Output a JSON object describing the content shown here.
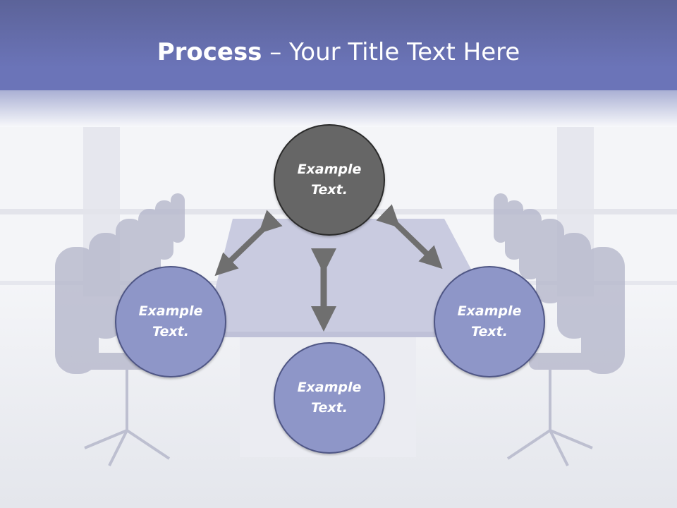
{
  "title": {
    "bold": "Process",
    "rest": " – Your Title Text Here"
  },
  "nodes": [
    {
      "id": "top",
      "label_line1": "Example",
      "label_line2": "Text."
    },
    {
      "id": "left",
      "label_line1": "Example",
      "label_line2": "Text."
    },
    {
      "id": "bottom",
      "label_line1": "Example",
      "label_line2": "Text."
    },
    {
      "id": "right",
      "label_line1": "Example",
      "label_line2": "Text."
    }
  ],
  "colors": {
    "header": "#5e67a8",
    "node_dark": "#666666",
    "node_blue": "#8e96c8",
    "arrow": "#6f6f6f"
  }
}
